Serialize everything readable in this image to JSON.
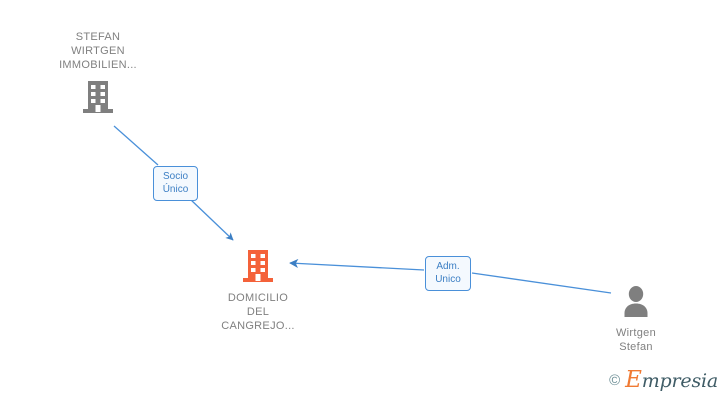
{
  "graph": {
    "title": "Relationship graph",
    "nodes": [
      {
        "id": "stefan-wirtgen-immobilien",
        "label": "STEFAN\nWIRTGEN\nIMMOBILIEN...",
        "icon": "building-icon",
        "type": "company",
        "color": "#7f7f7f",
        "label_position": "above"
      },
      {
        "id": "domicilio-del-cangrejo",
        "label": "DOMICILIO\nDEL\nCANGREJO...",
        "icon": "building-icon",
        "type": "company",
        "color": "#f4623a",
        "label_position": "below"
      },
      {
        "id": "wirtgen-stefan",
        "label": "Wirtgen\nStefan",
        "icon": "person-icon",
        "type": "person",
        "color": "#7f7f7f",
        "label_position": "below"
      }
    ],
    "edges": [
      {
        "id": "socio-unico",
        "label": "Socio\nÚnico",
        "from": "stefan-wirtgen-immobilien",
        "to": "domicilio-del-cangrejo",
        "color": "#4a90d9"
      },
      {
        "id": "adm-unico",
        "label": "Adm.\nUnico",
        "from": "wirtgen-stefan",
        "to": "domicilio-del-cangrejo",
        "color": "#4a90d9"
      }
    ]
  },
  "watermark": {
    "copyright": "©",
    "brand_lead": "E",
    "brand_rest": "mpresia"
  }
}
